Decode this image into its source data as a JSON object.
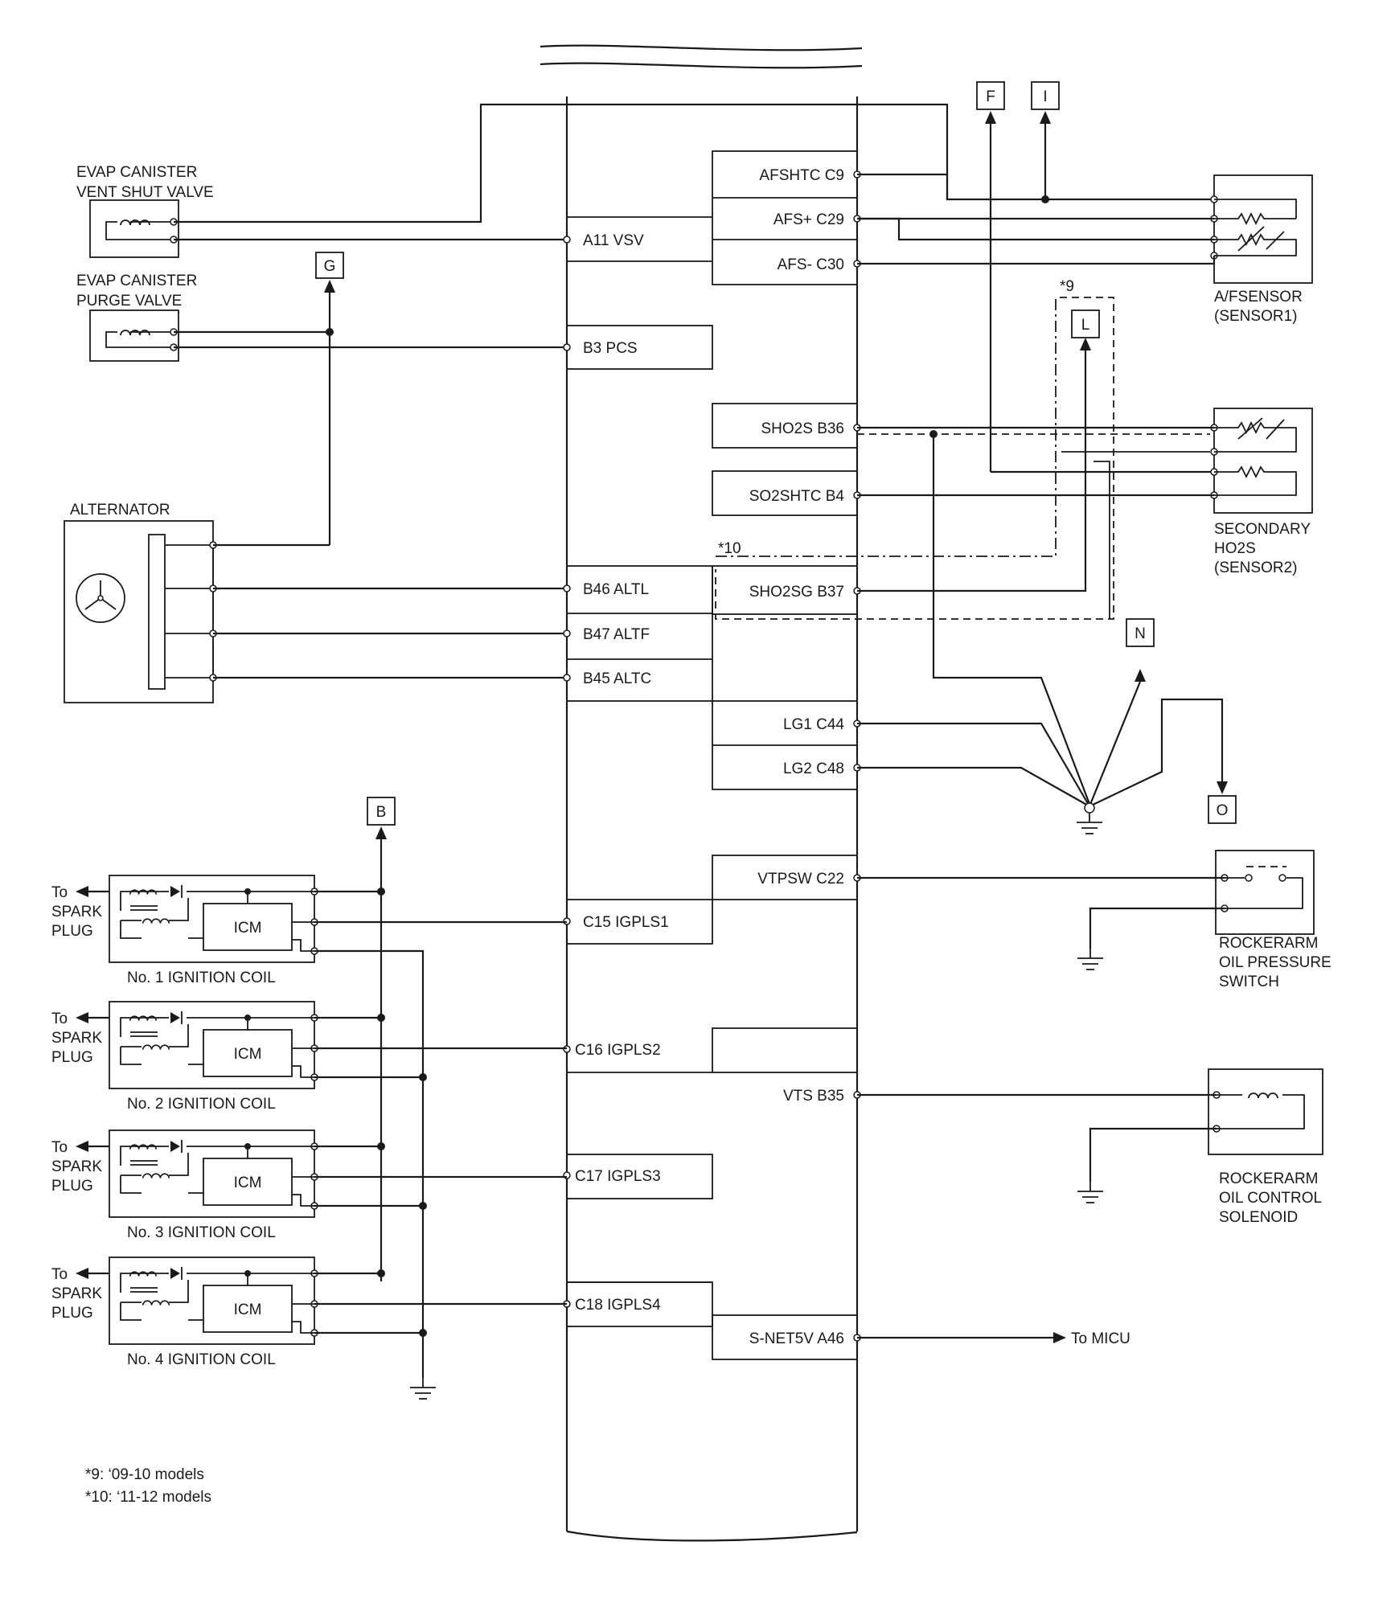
{
  "notes": {
    "n9": "*9: ‘09-10 models",
    "n10": "*10: ‘11-12 models",
    "mark9": "*9",
    "mark10": "*10"
  },
  "connectors": {
    "F": "F",
    "I": "I",
    "G": "G",
    "L": "L",
    "N": "N",
    "O": "O",
    "B": "B"
  },
  "components": {
    "evap_vent_1": "EVAP CANISTER",
    "evap_vent_2": "VENT SHUT VALVE",
    "evap_purge_1": "EVAP CANISTER",
    "evap_purge_2": "PURGE VALVE",
    "alternator": "ALTERNATOR",
    "af_sensor_1": "A/FSENSOR",
    "af_sensor_2": "(SENSOR1)",
    "secondary_1": "SECONDARY",
    "secondary_2": "HO2S",
    "secondary_3": "(SENSOR2)",
    "rocker_sw_1": "ROCKERARM",
    "rocker_sw_2": "OIL PRESSURE",
    "rocker_sw_3": "SWITCH",
    "rocker_sol_1": "ROCKERARM",
    "rocker_sol_2": "OIL CONTROL",
    "rocker_sol_3": "SOLENOID",
    "to_micu": "To MICU",
    "icm": "ICM",
    "to": "To",
    "spark": "SPARK",
    "plug": "PLUG",
    "coil1": "No. 1 IGNITION COIL",
    "coil2": "No. 2 IGNITION COIL",
    "coil3": "No. 3 IGNITION COIL",
    "coil4": "No. 4 IGNITION COIL"
  },
  "pins": {
    "afshtc": "AFSHTC C9",
    "afs_plus": "AFS+ C29",
    "afs_minus": "AFS- C30",
    "a11": "A11 VSV",
    "b3": "B3 PCS",
    "sho2s": "SHO2S B36",
    "so2shtc": "SO2SHTC B4",
    "sho2sg": "SHO2SG B37",
    "b46": "B46 ALTL",
    "b47": "B47 ALTF",
    "b45": "B45 ALTC",
    "lg1": "LG1 C44",
    "lg2": "LG2 C48",
    "vtpsw": "VTPSW C22",
    "c15": "C15 IGPLS1",
    "c16": "C16 IGPLS2",
    "vts": "VTS B35",
    "c17": "C17 IGPLS3",
    "c18": "C18 IGPLS4",
    "snet": "S-NET5V A46"
  },
  "colors": {
    "ink": "#1a1a1a",
    "paper": "#ffffff"
  }
}
